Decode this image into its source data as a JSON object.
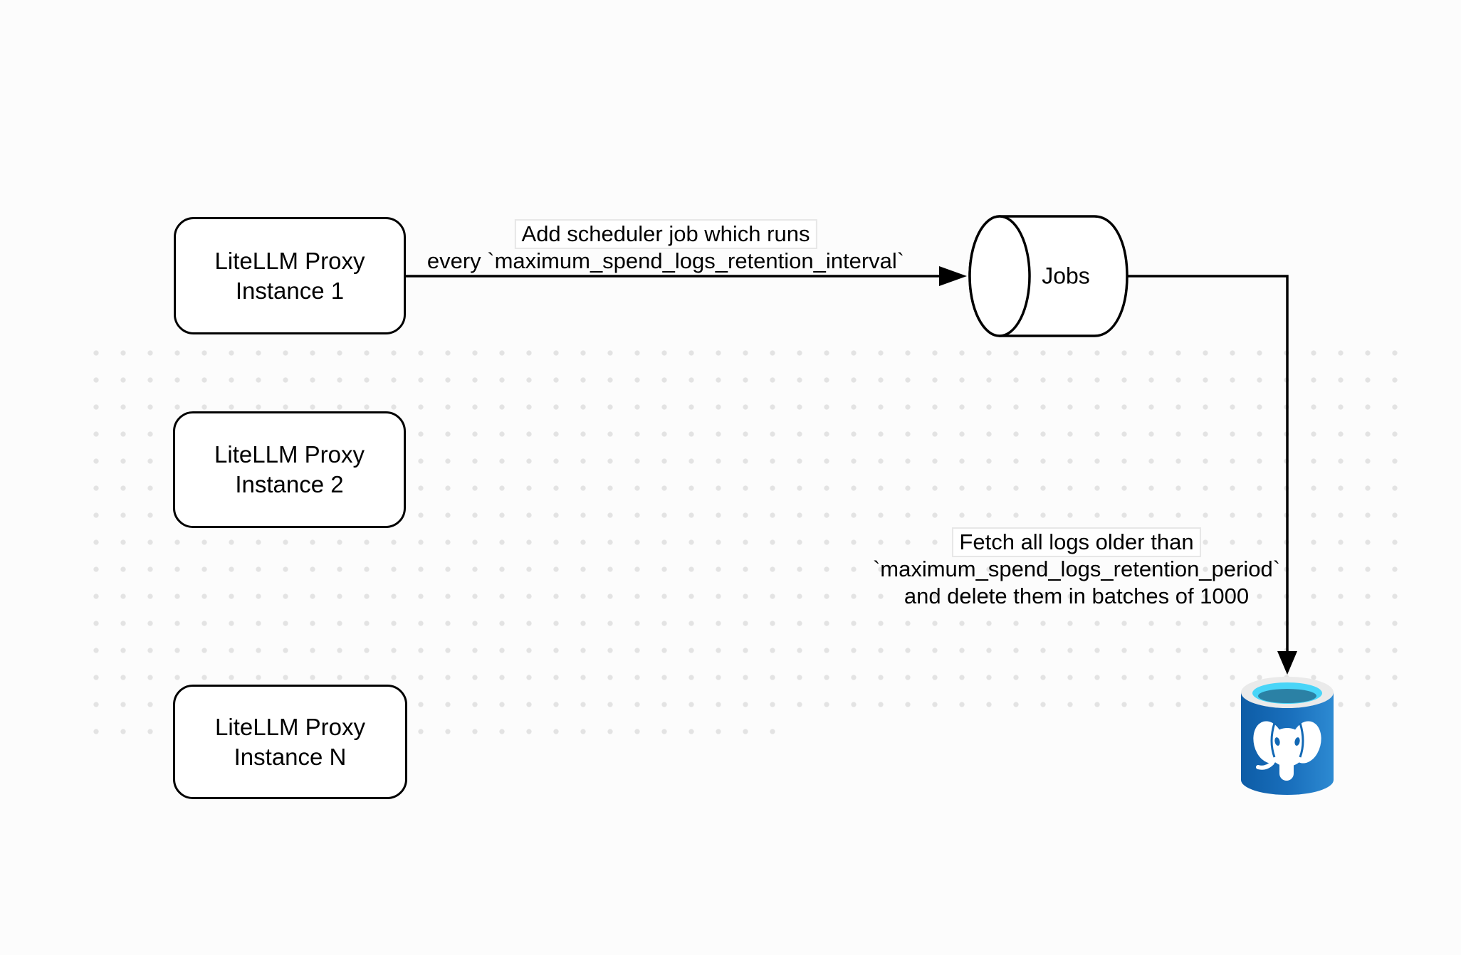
{
  "canvas": {
    "background_color": "#fcfcfc",
    "dot_color": "#e3e3e3",
    "stroke_color": "#000000"
  },
  "nodes": {
    "proxy_instances": [
      {
        "label_line1": "LiteLLM Proxy",
        "label_line2": "Instance 1"
      },
      {
        "label_line1": "LiteLLM Proxy",
        "label_line2": "Instance 2"
      },
      {
        "label_line1": "LiteLLM Proxy",
        "label_line2": "Instance N"
      }
    ],
    "jobs": {
      "label": "Jobs",
      "shape": "horizontal-cylinder"
    },
    "database": {
      "icon": "postgresql-database-icon",
      "body_color": "#1268b4",
      "opening_color": "#49d5f8",
      "opening_shadow_color": "#2b81a5",
      "rim_color": "#eaeaea"
    }
  },
  "edges": {
    "scheduler_job": {
      "from": "LiteLLM Proxy Instance 1",
      "to": "Jobs",
      "label_line1": "Add scheduler job which runs",
      "label_line2": "every `maximum_spend_logs_retention_interval`"
    },
    "cleanup": {
      "from": "Jobs",
      "to": "PostgreSQL database",
      "label_line1": "Fetch all logs older than",
      "label_line2": "`maximum_spend_logs_retention_period`",
      "label_line3": "and delete them in batches of 1000"
    }
  }
}
